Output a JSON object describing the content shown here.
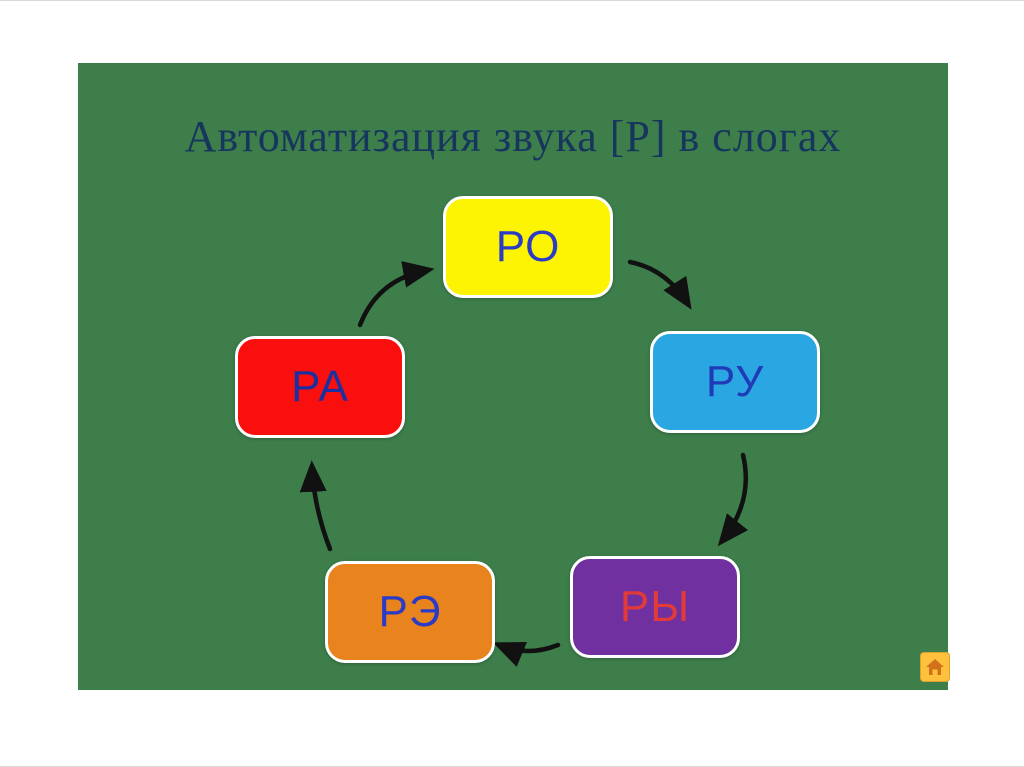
{
  "slide": {
    "title": "Автоматизация звука [Р] в слогах",
    "background": "#3d7e4b",
    "title_color": "#17365d"
  },
  "nodes": [
    {
      "id": "ro",
      "label": "РО",
      "bg": "#fcf403",
      "fg": "#2a3cc6"
    },
    {
      "id": "ru",
      "label": "РУ",
      "bg": "#2aa7e3",
      "fg": "#1f3bb8"
    },
    {
      "id": "ry",
      "label": "РЫ",
      "bg": "#7030a0",
      "fg": "#e03a3a"
    },
    {
      "id": "re",
      "label": "РЭ",
      "bg": "#e8831d",
      "fg": "#2a3cc6"
    },
    {
      "id": "ra",
      "label": "РА",
      "bg": "#fa0f0f",
      "fg": "#1b2f9e"
    }
  ],
  "arrows": {
    "color": "#111111"
  },
  "home_button": {
    "icon": "home-icon",
    "bg": "#ffc13b",
    "fg": "#d1711c"
  }
}
